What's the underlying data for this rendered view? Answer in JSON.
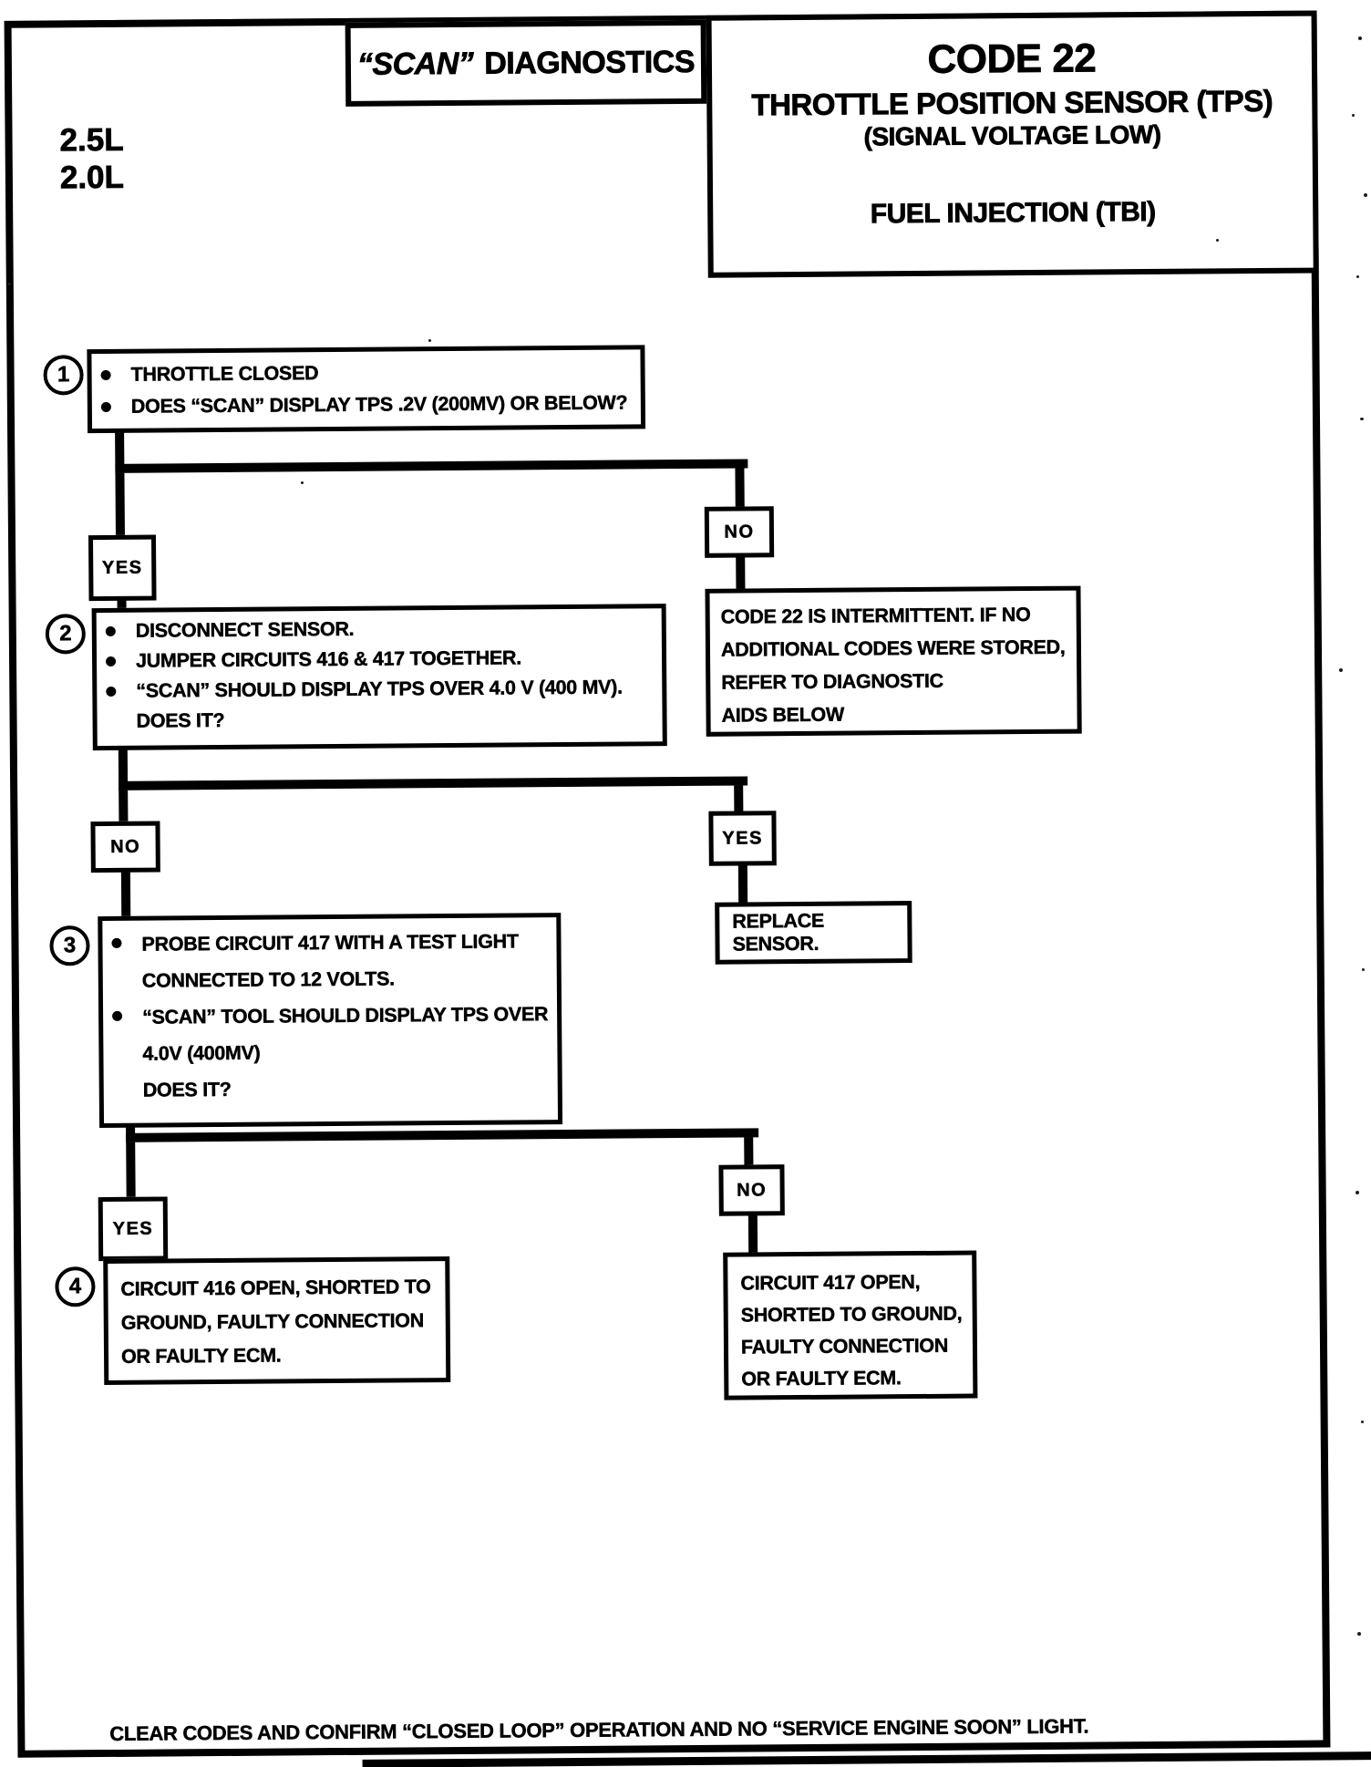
{
  "page": {
    "models": {
      "m1": "2.5L",
      "m2": "2.0L"
    },
    "scan_header": {
      "scan": "“SCAN”",
      "rest": "DIAGNOSTICS"
    },
    "code_header": {
      "code": "CODE 22",
      "title": "THROTTLE POSITION SENSOR (TPS)",
      "subtitle": "(SIGNAL VOLTAGE LOW)",
      "system": "FUEL INJECTION (TBI)"
    },
    "footer": "CLEAR CODES AND CONFIRM “CLOSED LOOP”  OPERATION AND NO “SERVICE ENGINE SOON” LIGHT."
  },
  "flow": {
    "step1": {
      "num": "1",
      "b1": "THROTTLE CLOSED",
      "b2": "DOES “SCAN” DISPLAY TPS .2V (200MV) OR BELOW?"
    },
    "branch1": {
      "yes": "YES",
      "no": "NO"
    },
    "step2": {
      "num": "2",
      "b1": "DISCONNECT SENSOR.",
      "b2": "JUMPER CIRCUITS 416 & 417 TOGETHER.",
      "b3": "“SCAN” SHOULD DISPLAY TPS OVER  4.0 V (400 MV).",
      "c1": "DOES IT?"
    },
    "intermittent": {
      "l1": "CODE 22 IS INTERMITTENT.  IF NO",
      "l2": "ADDITIONAL CODES WERE STORED,",
      "l3": "REFER TO  DIAGNOSTIC",
      "l4": "AIDS BELOW"
    },
    "branch2": {
      "no": "NO",
      "yes": "YES"
    },
    "replace": "REPLACE SENSOR.",
    "step3": {
      "num": "3",
      "b1": "PROBE CIRCUIT 417 WITH A TEST LIGHT",
      "c1": "CONNECTED TO 12 VOLTS.",
      "b2": "“SCAN” TOOL SHOULD DISPLAY TPS OVER",
      "c2": "4.0V (400MV)",
      "c3": "DOES IT?"
    },
    "branch3": {
      "yes": "YES",
      "no": "NO"
    },
    "step4": {
      "num": "4",
      "l1": "CIRCUIT 416 OPEN, SHORTED TO",
      "l2": "GROUND, FAULTY CONNECTION",
      "l3": "OR FAULTY ECM."
    },
    "result417": {
      "l1": "CIRCUIT 417 OPEN,",
      "l2": "SHORTED TO GROUND,",
      "l3": "FAULTY CONNECTION",
      "l4": "OR FAULTY ECM."
    }
  }
}
